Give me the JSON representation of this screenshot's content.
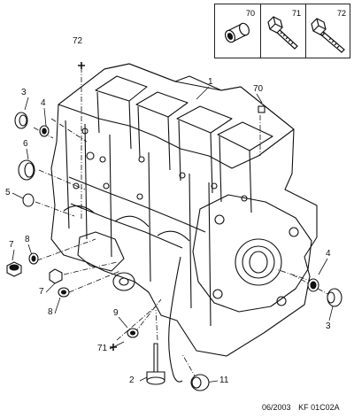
{
  "legend": {
    "items": [
      {
        "ref": "70",
        "icon": "sleeve-dowel-icon"
      },
      {
        "ref": "71",
        "icon": "short-bolt-icon"
      },
      {
        "ref": "72",
        "icon": "long-bolt-icon"
      }
    ]
  },
  "callouts": {
    "c1": "1",
    "c2": "2",
    "c3_left": "3",
    "c3_right": "3",
    "c4_left": "4",
    "c4_right": "4",
    "c5": "5",
    "c6": "6",
    "c7_upper": "7",
    "c7_lower": "7",
    "c8_upper": "8",
    "c8_lower": "8",
    "c9": "9",
    "c11": "11",
    "c70": "70",
    "c71": "71",
    "c72": "72"
  },
  "footer": {
    "date": "06/2003",
    "reference": "KF 01C02A"
  }
}
